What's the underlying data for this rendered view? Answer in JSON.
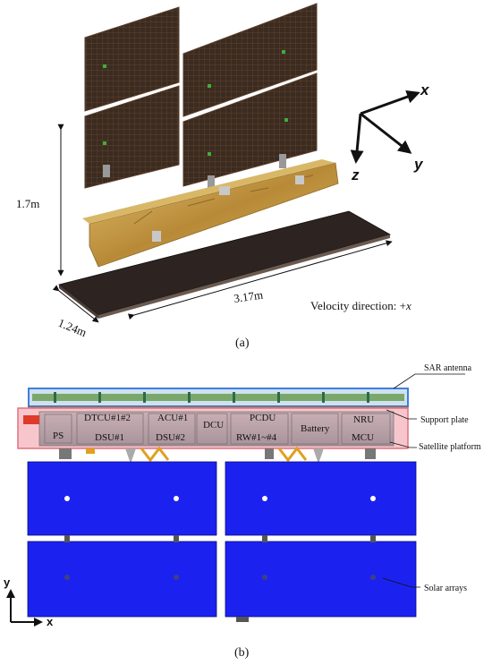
{
  "figure_a": {
    "caption": "(a)",
    "height_label": "1.7m",
    "width_label": "1.24m",
    "length_label": "3.17m",
    "velocity_label": "Velocity direction:  +",
    "velocity_axis": "x",
    "axes": {
      "x": "x",
      "y": "y",
      "z": "z"
    }
  },
  "figure_b": {
    "caption": "(b)",
    "callouts": {
      "sar_antenna": "SAR antenna",
      "support_plate": "Support plate",
      "satellite_platform": "Satellite platform",
      "solar_arrays": "Solar arrays"
    },
    "modules": {
      "ps": "PS",
      "dtcu": "DTCU#1#2",
      "dsu1": "DSU#1",
      "acu": "ACU#1",
      "dsu2": "DSU#2",
      "dcu": "DCU",
      "pcdu": "PCDU",
      "rw": "RW#1~#4",
      "battery": "Battery",
      "nru": "NRU",
      "mcu": "MCU"
    },
    "axes": {
      "y": "y",
      "x": "x"
    }
  },
  "colors": {
    "solar_array": "#1b22f0",
    "platform_highlight": "#f4a0a8",
    "antenna_highlight": "#3f7fe0",
    "solar_panel_dark": "#3a2a1e",
    "gold_body": "#c9a24a",
    "bottom_plate": "#2e2420"
  }
}
